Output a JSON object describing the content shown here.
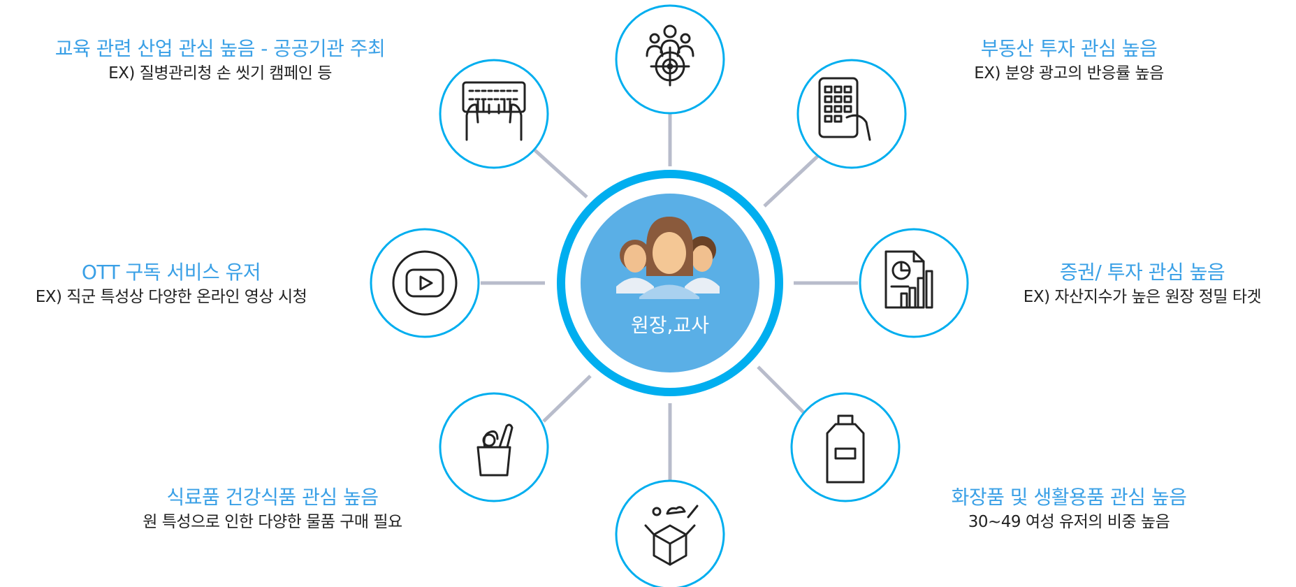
{
  "center": {
    "label": "원장,교사",
    "icon": "people-group-icon"
  },
  "colors": {
    "accent": "#00aeef",
    "center_fill": "#5aafe6",
    "line": "#b8bccb",
    "title": "#3aa0e6",
    "text": "#222222"
  },
  "top_node": {
    "icon": "target-audience-icon"
  },
  "bottom_node": {
    "icon": "unboxing-icon"
  },
  "nodes": {
    "education": {
      "title": "교육 관련 산업 관심 높음  -  공공기관 주최",
      "desc": "EX) 질병관리청 손 씻기 캠페인 등",
      "icon": "typing-keyboard-icon"
    },
    "realestate": {
      "title": "부동산 투자 관심 높음",
      "desc": "EX) 분양 광고의 반응률 높음",
      "icon": "phone-keypad-icon"
    },
    "ott": {
      "title": "OTT 구독 서비스 유저",
      "desc": "EX) 직군 특성상 다양한 온라인 영상 시청",
      "icon": "video-play-icon"
    },
    "securities": {
      "title": "증권/ 투자 관심 높음",
      "desc": "EX) 자산지수가 높은 원장 정밀 타겟",
      "icon": "report-chart-icon"
    },
    "food": {
      "title": "식료품 건강식품 관심 높음",
      "desc": "원 특성으로 인한 다양한 물품 구매 필요",
      "icon": "grocery-bag-icon"
    },
    "cosmetics": {
      "title": "화장품 및 생활용품 관심 높음",
      "desc": "30~49 여성 유저의 비중 높음",
      "icon": "cosmetic-bottle-icon"
    }
  }
}
